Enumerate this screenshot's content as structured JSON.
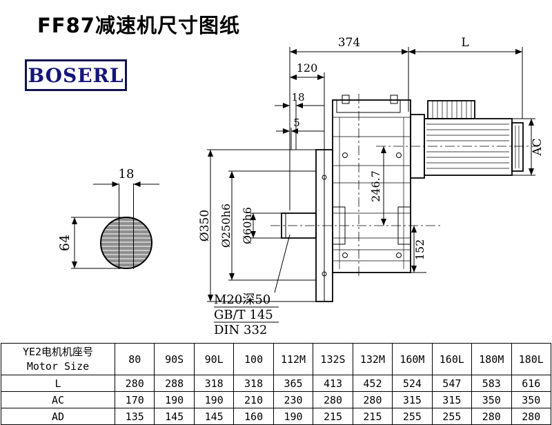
{
  "page": {
    "title": "FF87减速机尺寸图纸",
    "logo": "BOSERL"
  },
  "dimensions": {
    "top_width": "374",
    "motor_length": "L",
    "flange_offset": "120",
    "step_18": "18",
    "step_5": "5",
    "motor_height": "AC",
    "axis_distance": "246.7",
    "bottom_height": "152",
    "flange_dia": "Ø350",
    "spigot_dia": "Ø250h6",
    "shaft_dia": "Ø60h6",
    "key_width": "18",
    "shaft_height": "64",
    "tap_note": "M20深50",
    "std_note1": "GB/T 145",
    "std_note2": "DIN 332"
  },
  "table": {
    "header_line1": "YE2电机机座号",
    "header_line2": "Motor Size",
    "columns": [
      "80",
      "90S",
      "90L",
      "100",
      "112M",
      "132S",
      "132M",
      "160M",
      "160L",
      "180M",
      "180L"
    ],
    "rows": [
      {
        "label": "L",
        "values": [
          "280",
          "288",
          "318",
          "318",
          "365",
          "413",
          "452",
          "524",
          "547",
          "583",
          "616"
        ]
      },
      {
        "label": "AC",
        "values": [
          "170",
          "190",
          "190",
          "210",
          "230",
          "280",
          "280",
          "315",
          "315",
          "350",
          "350"
        ]
      },
      {
        "label": "AD",
        "values": [
          "135",
          "145",
          "145",
          "160",
          "190",
          "215",
          "215",
          "255",
          "255",
          "280",
          "280"
        ]
      }
    ]
  }
}
